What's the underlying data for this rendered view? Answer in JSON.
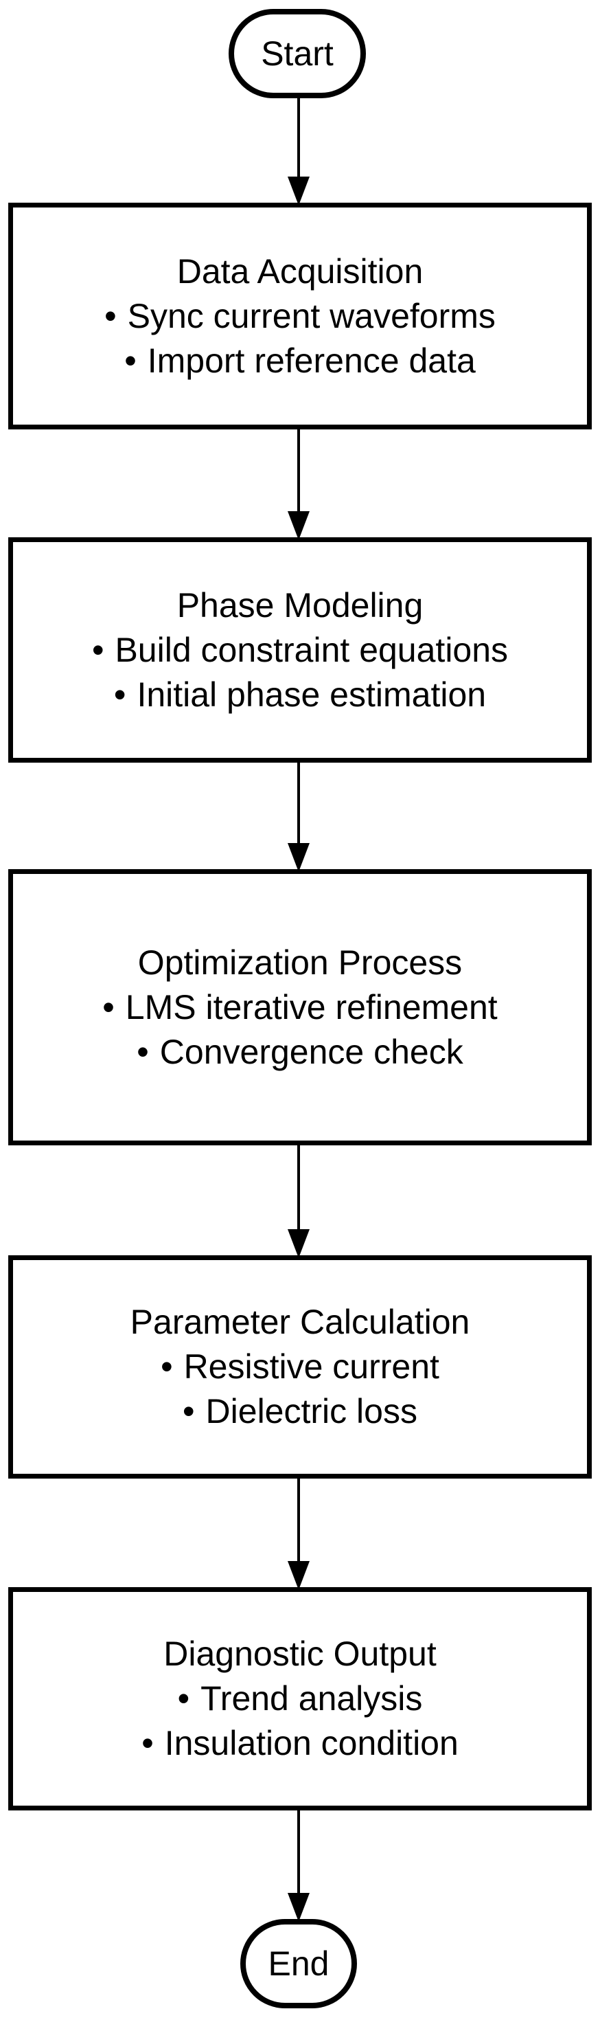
{
  "flow": {
    "bullet_marker": "•",
    "start_label": "Start",
    "end_label": "End",
    "steps": [
      {
        "title": "Data Acquisition",
        "bullets": [
          "Sync current waveforms",
          "Import reference data"
        ]
      },
      {
        "title": "Phase Modeling",
        "bullets": [
          "Build constraint equations",
          "Initial phase estimation"
        ]
      },
      {
        "title": "Optimization Process",
        "bullets": [
          "LMS iterative refinement",
          "Convergence check"
        ]
      },
      {
        "title": "Parameter Calculation",
        "bullets": [
          "Resistive current",
          "Dielectric loss"
        ]
      },
      {
        "title": "Diagnostic Output",
        "bullets": [
          "Trend analysis",
          "Insulation condition"
        ]
      }
    ],
    "colors": {
      "stroke": "#000000",
      "fill": "#ffffff",
      "text": "#000000"
    }
  }
}
